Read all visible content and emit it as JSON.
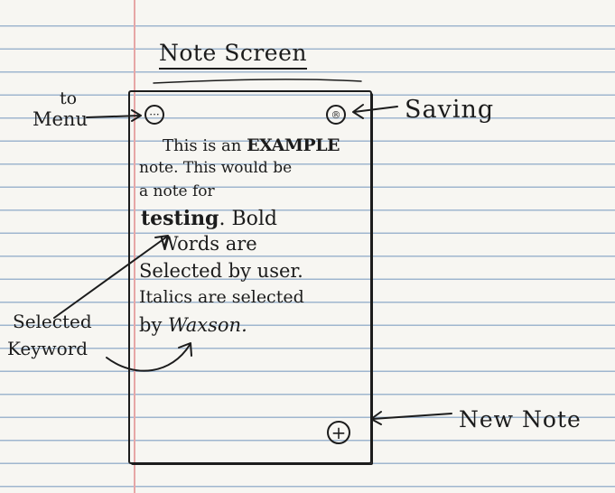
{
  "title": "Note Screen",
  "annotations": {
    "to_menu_line1": "to",
    "to_menu_line2": "Menu",
    "saving": "Saving",
    "new_note": "New Note",
    "selected_keyword_line1": "Selected",
    "selected_keyword_line2": "Keyword"
  },
  "buttons": {
    "menu_glyph": "···",
    "save_glyph": "®",
    "new_glyph": "+"
  },
  "note": {
    "line1_a": "This is an",
    "line1_b": "EXAMPLE",
    "line2": "note. This would be",
    "line3": "a note for",
    "line4_a": "testing",
    "line4_b": ". Bold",
    "line5": "Words are",
    "line6": "Selected by user.",
    "line7": "Italics are selected",
    "line8_a": "by",
    "line8_b": "Waxson."
  },
  "colors": {
    "ink": "#1c1c1c",
    "rule": "#9fb6cf",
    "margin": "#e6a6a6",
    "paper": "#f7f6f2"
  }
}
